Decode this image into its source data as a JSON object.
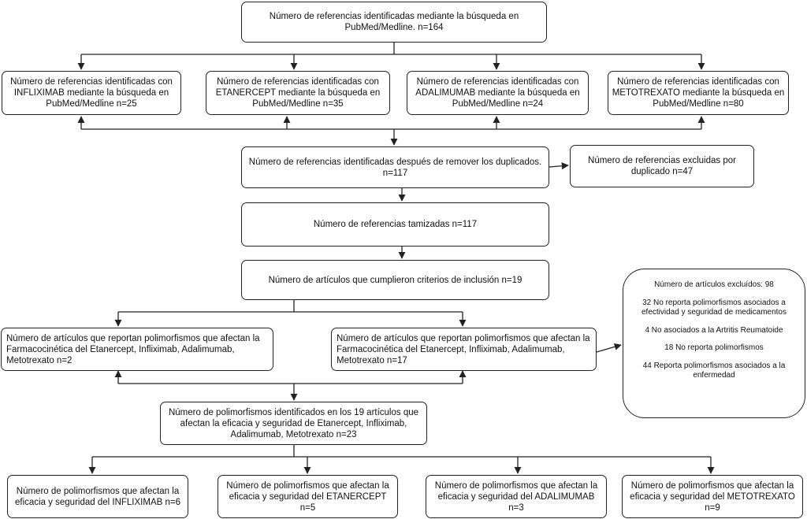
{
  "flow": {
    "search_total": "Número de referencias identificadas mediante la búsqueda en PubMed/Medline. n=164",
    "drugs": [
      "Número de referencias identificadas con INFLIXIMAB mediante la búsqueda en PubMed/Medline n=25",
      "Número de referencias identificadas con ETANERCEPT mediante la búsqueda en PubMed/Medline n=35",
      "Número de referencias identificadas con ADALIMUMAB mediante la búsqueda en PubMed/Medline n=24",
      "Número de referencias identificadas con METOTREXATO mediante la búsqueda en PubMed/Medline n=80"
    ],
    "after_duplicates": "Número de referencias identificadas después de remover los duplicados. n=117",
    "excluded_duplicates": "Número de referencias excluidas por duplicado n=47",
    "screened": "Número de referencias tamizadas n=117",
    "inclusion": "Número de artículos que cumplieron criterios de inclusión n=19",
    "pharmacokinetics": [
      "Número de artículos que reportan polimorfismos que afectan la Farmacocinética del Etanercept, Infliximab, Adalimumab, Metotrexato n=2",
      "Número de artículos que reportan polimorfismos que afectan la Farmacocinética del Etanercept, Infliximab, Adalimumab, Metotrexato n=17"
    ],
    "excluded_articles": {
      "title": "Número de artículos excluídos: 98",
      "reasons": [
        "32 No reporta polimorfismos asociados a efectividad y seguridad de medicamentos",
        "4 No asociados a la Artritis Reumatoide",
        "18 No reporta polimorfismos",
        "44 Reporta polimorfismos asociados a la enfermedad"
      ]
    },
    "polymorphisms_total": "Número de polimorfismos identificados en los 19 artículos que afectan la eficacia y seguridad de Etanercept, Infliximab, Adalimumab, Metotrexato n=23",
    "polymorphisms_by_drug": [
      "Número de polimorfismos que afectan la eficacia y seguridad del INFLIXIMAB n=6",
      "Número de polimorfismos que afectan la eficacia y seguridad del ETANERCEPT n=5",
      "Número de polimorfismos que afectan la eficacia y seguridad del ADALIMUMAB n=3",
      "Número de polimorfismos que afectan la eficacia y seguridad del METOTREXATO n=9"
    ]
  }
}
